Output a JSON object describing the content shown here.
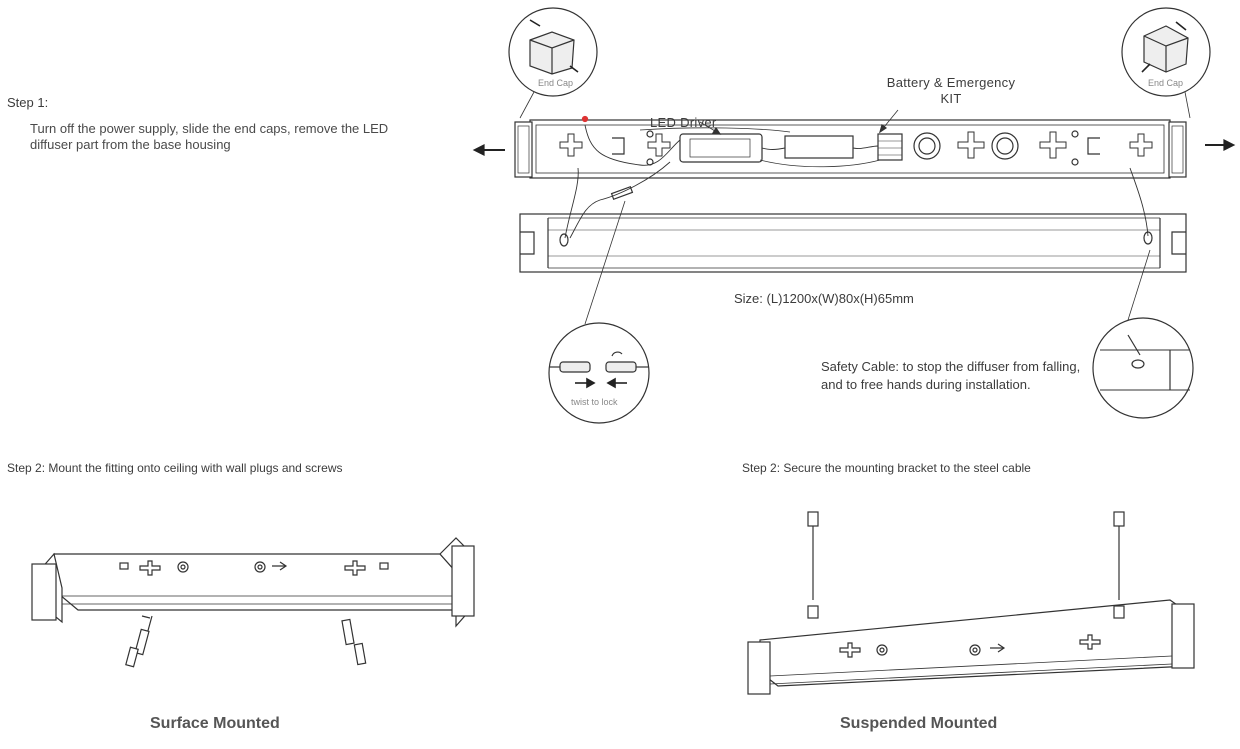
{
  "step1": {
    "title": "Step 1:",
    "body": "Turn off the power supply, slide the end caps, remove the LED diffuser part from the base housing"
  },
  "labels": {
    "end_cap_left": "End Cap",
    "end_cap_right": "End Cap",
    "led_driver": "LED Driver",
    "battery_kit": "Battery & Emergency  KIT",
    "size": "Size: (L)1200x(W)80x(H)65mm",
    "twist_to_lock": "twist to lock",
    "safety_cable": "Safety Cable: to stop the diffuser from falling, and to free hands during installation."
  },
  "step2": {
    "surface_instruction": "Step 2: Mount the fitting onto ceiling with wall plugs and screws",
    "suspended_instruction": "Step 2: Secure the mounting bracket to the steel cable"
  },
  "captions": {
    "surface": "Surface Mounted",
    "suspended": "Suspended Mounted"
  }
}
